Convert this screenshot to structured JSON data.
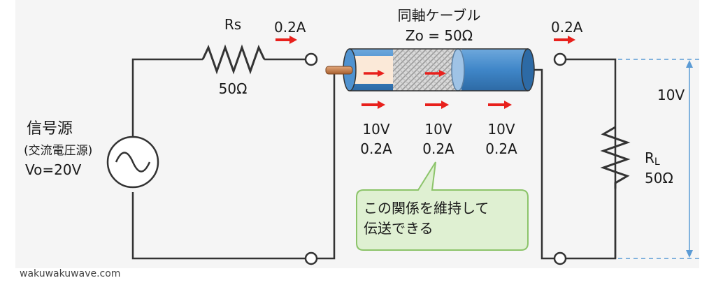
{
  "source": {
    "title": "信号源",
    "subtitle": "(交流電圧源)",
    "voltage": "Vo=20V"
  },
  "rs": {
    "name": "Rs",
    "value": "50Ω"
  },
  "cable": {
    "title": "同軸ケーブル",
    "impedance": "Zo = 50Ω"
  },
  "currents": {
    "input": "0.2A",
    "output": "0.2A"
  },
  "line_points": [
    {
      "voltage": "10V",
      "current": "0.2A"
    },
    {
      "voltage": "10V",
      "current": "0.2A"
    },
    {
      "voltage": "10V",
      "current": "0.2A"
    }
  ],
  "load": {
    "name_main": "R",
    "name_sub": "L",
    "value": "50Ω",
    "voltage": "10V"
  },
  "callout": {
    "line1": "この関係を維持して",
    "line2": "伝送できる"
  },
  "watermark": "wakuwakuwave.com",
  "colors": {
    "arrow": "#e8201c",
    "cable_blue": "#3f86c8",
    "callout_fill": "#dff0d2",
    "callout_border": "#8cc46a",
    "dim_line": "#5b9bd5"
  }
}
